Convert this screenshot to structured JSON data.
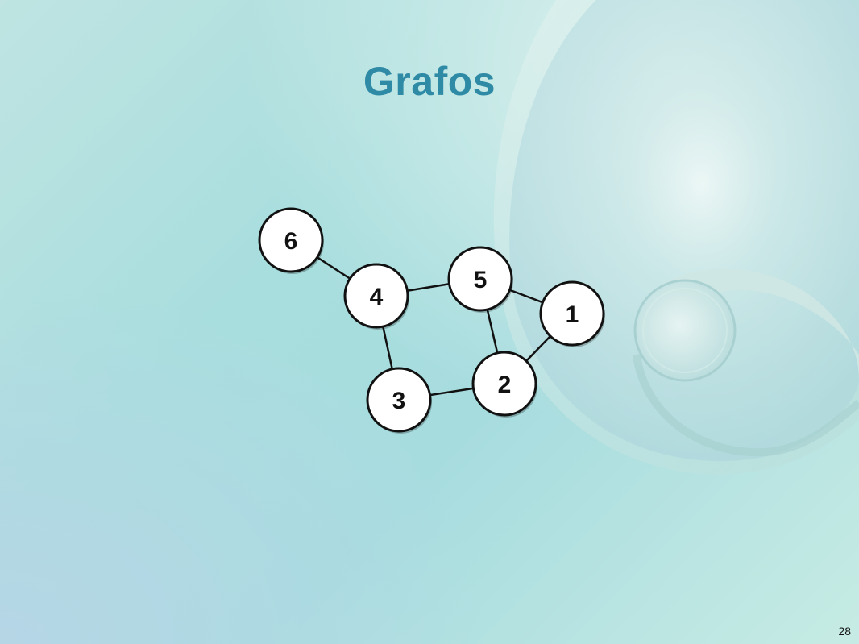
{
  "slide": {
    "title": "Grafos",
    "page_number": "28"
  },
  "graph": {
    "nodes": [
      {
        "id": "6",
        "label": "6"
      },
      {
        "id": "4",
        "label": "4"
      },
      {
        "id": "5",
        "label": "5"
      },
      {
        "id": "1",
        "label": "1"
      },
      {
        "id": "2",
        "label": "2"
      },
      {
        "id": "3",
        "label": "3"
      }
    ],
    "edges": [
      [
        "6",
        "4"
      ],
      [
        "4",
        "5"
      ],
      [
        "4",
        "3"
      ],
      [
        "5",
        "1"
      ],
      [
        "5",
        "2"
      ],
      [
        "1",
        "2"
      ],
      [
        "3",
        "2"
      ]
    ]
  },
  "colors": {
    "title": "#2f8aa6",
    "node_fill": "#ffffff",
    "node_stroke": "#111111",
    "edge": "#111111"
  }
}
